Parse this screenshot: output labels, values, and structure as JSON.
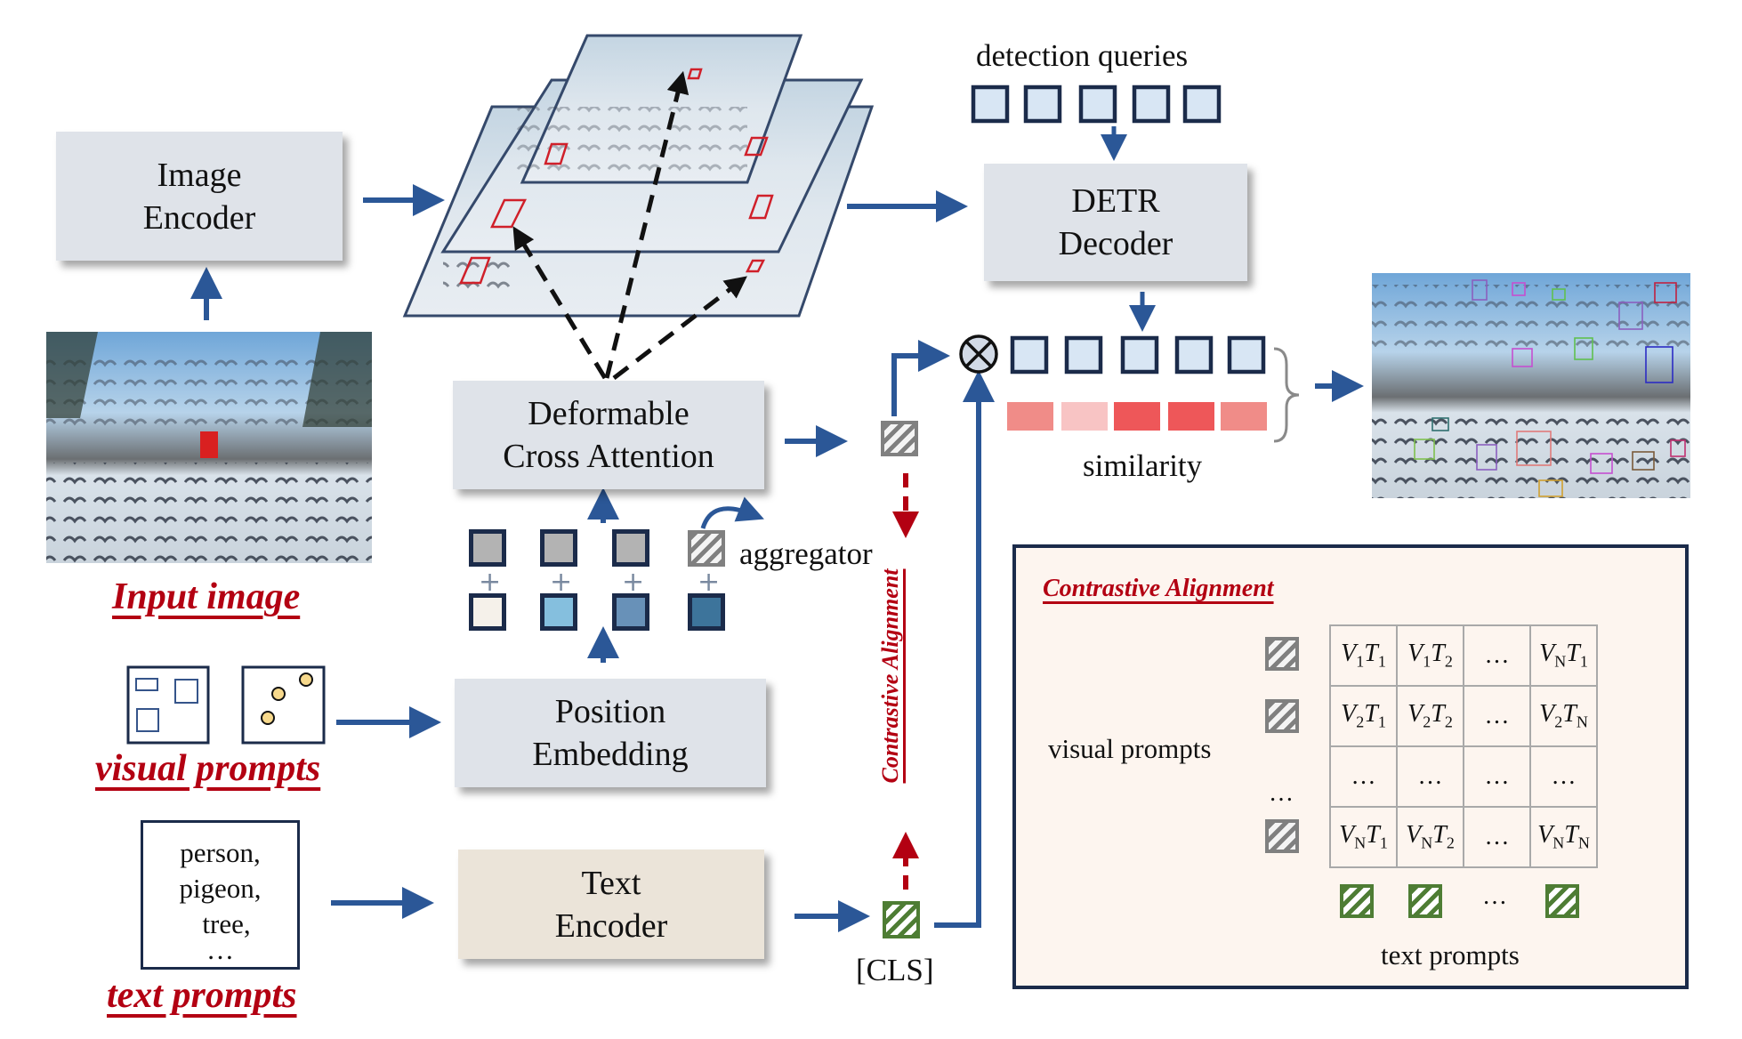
{
  "blocks": {
    "image_encoder": [
      "Image",
      "Encoder"
    ],
    "detr_decoder": [
      "DETR",
      "Decoder"
    ],
    "deformable": [
      "Deformable",
      "Cross Attention"
    ],
    "position": [
      "Position",
      "Embedding"
    ],
    "text_encoder": [
      "Text",
      "Encoder"
    ]
  },
  "labels": {
    "input_image": "Input image",
    "visual_prompts": "visual prompts",
    "text_prompts": "text prompts",
    "detection_queries": "detection queries",
    "similarity": "similarity",
    "aggregator": "aggregator",
    "cls": "[CLS]",
    "contrastive_vertical": "Contrastive Alignment",
    "plus": "+"
  },
  "text_prompt_list": [
    "person,",
    "pigeon,",
    "tree,",
    "…"
  ],
  "colors": {
    "arrow_blue": "#2b5797",
    "accent_red": "#b30012",
    "query_fill": "#d8e6f4",
    "token_border": "#1b2b4a",
    "gray_token": "#b3b3b3",
    "pos_tokens": [
      "#f5f1ea",
      "#85bfde",
      "#6891b8",
      "#3d749b"
    ],
    "similarity": [
      "#f08c88",
      "#f8c4c4",
      "#ee5759",
      "#ee5759",
      "#f08c88"
    ]
  },
  "similarity_scores": [
    0.6,
    0.3,
    0.9,
    0.9,
    0.6
  ],
  "contrastive_panel": {
    "title": "Contrastive Alignment",
    "visual_prompts_label": "visual prompts",
    "text_prompts_label": "text prompts",
    "ellipsis": "…",
    "matrix": [
      [
        [
          "V",
          "1",
          "T",
          "1"
        ],
        [
          "V",
          "1",
          "T",
          "2"
        ],
        [
          "…"
        ],
        [
          "V",
          "N",
          "T",
          "1"
        ]
      ],
      [
        [
          "V",
          "2",
          "T",
          "1"
        ],
        [
          "V",
          "2",
          "T",
          "2"
        ],
        [
          "…"
        ],
        [
          "V",
          "2",
          "T",
          "N"
        ]
      ],
      [
        [
          "…"
        ],
        [
          "…"
        ],
        [
          "…"
        ],
        [
          "…"
        ]
      ],
      [
        [
          "V",
          "N",
          "T",
          "1"
        ],
        [
          "V",
          "N",
          "T",
          "2"
        ],
        [
          "…"
        ],
        [
          "V",
          "N",
          "T",
          "N"
        ]
      ]
    ]
  }
}
